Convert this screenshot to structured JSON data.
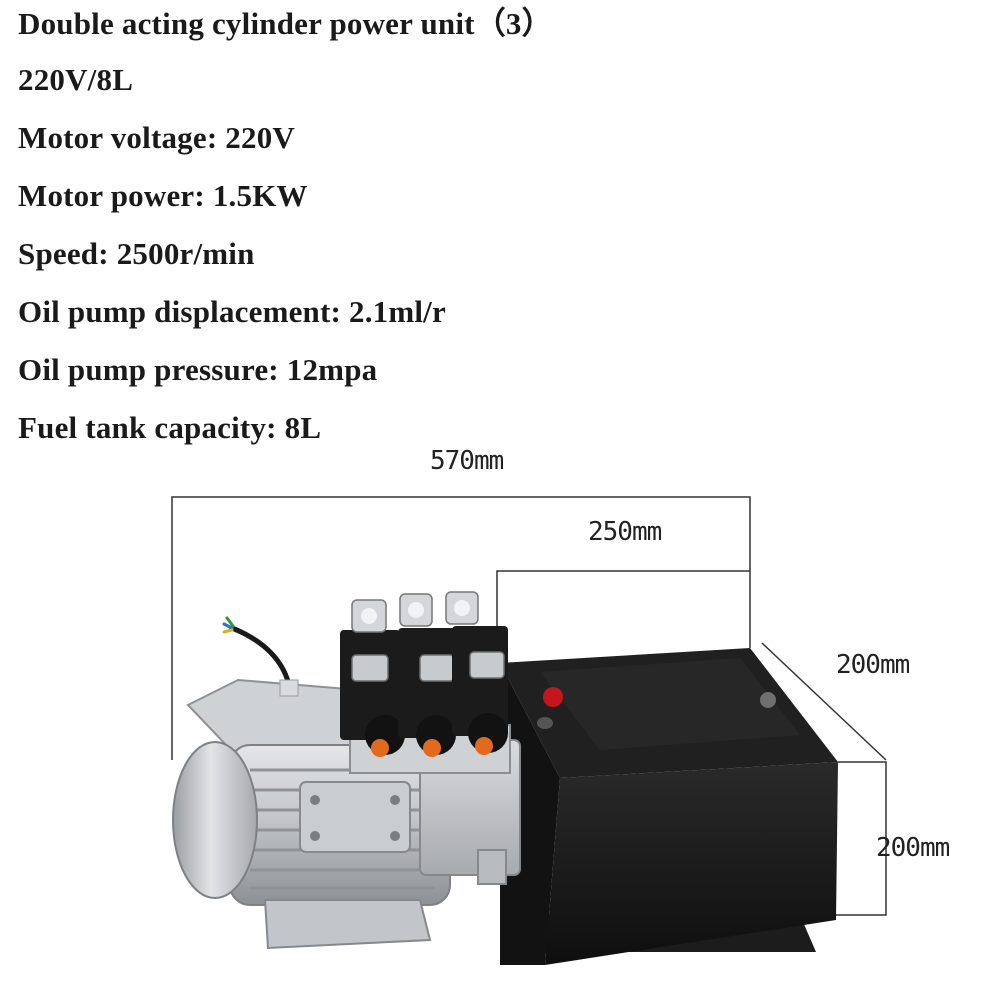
{
  "specs": {
    "title": "Double acting cylinder power unit（3）",
    "model": "220V/8L",
    "motor_voltage": "Motor voltage: 220V",
    "motor_power": "Motor power: 1.5KW",
    "speed": "Speed: 2500r/min",
    "pump_displacement": "Oil pump displacement: 2.1ml/r",
    "pump_pressure": "Oil pump pressure: 12mpa",
    "tank_capacity": "Fuel tank capacity: 8L"
  },
  "dimensions": {
    "total_length": "570mm",
    "tank_length": "250mm",
    "tank_depth": "200mm",
    "tank_height": "200mm"
  },
  "colors": {
    "tank": "#141414",
    "motor": "#b9bcc0",
    "valve": "#1b1b1b",
    "accent_orange": "#e36a1c",
    "red_cap": "#c4161c"
  }
}
